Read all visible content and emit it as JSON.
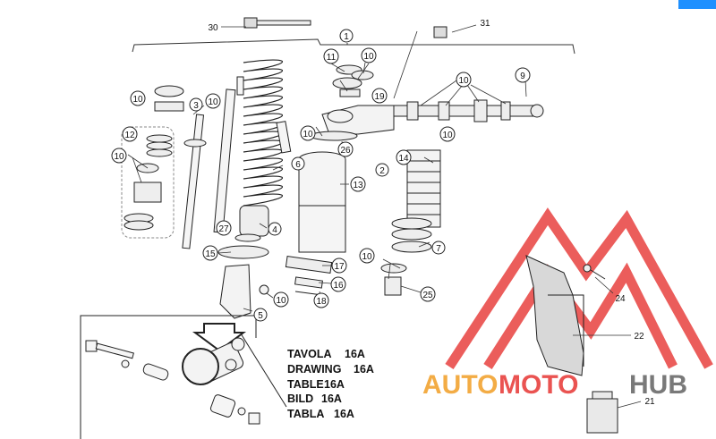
{
  "callouts": [
    {
      "id": "c30",
      "text": "30"
    },
    {
      "id": "c31",
      "text": "31"
    },
    {
      "id": "c1",
      "text": "1"
    },
    {
      "id": "c11",
      "text": "11"
    },
    {
      "id": "c10a",
      "text": "10"
    },
    {
      "id": "c9",
      "text": "9"
    },
    {
      "id": "c10b",
      "text": "10"
    },
    {
      "id": "c10c",
      "text": "10"
    },
    {
      "id": "c3",
      "text": "3"
    },
    {
      "id": "c10d",
      "text": "10"
    },
    {
      "id": "c19",
      "text": "19"
    },
    {
      "id": "c10e",
      "text": "10"
    },
    {
      "id": "c26",
      "text": "26"
    },
    {
      "id": "c10f",
      "text": "10"
    },
    {
      "id": "c12",
      "text": "12"
    },
    {
      "id": "c6",
      "text": "6"
    },
    {
      "id": "c2",
      "text": "2"
    },
    {
      "id": "c14",
      "text": "14"
    },
    {
      "id": "c10g",
      "text": "10"
    },
    {
      "id": "c13",
      "text": "13"
    },
    {
      "id": "c27",
      "text": "27"
    },
    {
      "id": "c4",
      "text": "4"
    },
    {
      "id": "c7",
      "text": "7"
    },
    {
      "id": "c15",
      "text": "15"
    },
    {
      "id": "c10h",
      "text": "10"
    },
    {
      "id": "c17",
      "text": "17"
    },
    {
      "id": "c16",
      "text": "16"
    },
    {
      "id": "c18",
      "text": "18"
    },
    {
      "id": "c10i",
      "text": "10"
    },
    {
      "id": "c25",
      "text": "25"
    },
    {
      "id": "c5",
      "text": "5"
    },
    {
      "id": "c24",
      "text": "24"
    },
    {
      "id": "c22",
      "text": "22"
    },
    {
      "id": "c21",
      "text": "21"
    }
  ],
  "table_ref": [
    {
      "label": "TAVOLA",
      "num": "16A"
    },
    {
      "label": "DRAWING",
      "num": "16A"
    },
    {
      "label": "TABLE",
      "num": "16A"
    },
    {
      "label": "BILD",
      "num": "16A"
    },
    {
      "label": "TABLA",
      "num": "16A"
    }
  ],
  "watermark": {
    "part1": "AUTO",
    "part2": "MOTO",
    "part3": "HUB"
  },
  "colors": {
    "red": "#e8413f",
    "orange": "#f2a431",
    "grey": "#6b6b6b",
    "corner": "#1e90ff"
  }
}
